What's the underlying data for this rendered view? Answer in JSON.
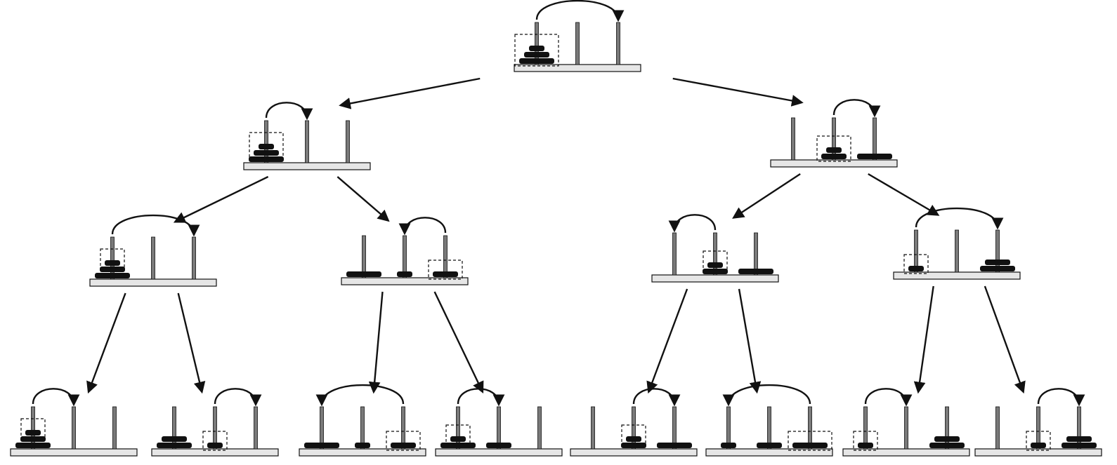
{
  "diagram": {
    "colors": {
      "ink": "#111111",
      "peg": "#7a7a7a",
      "base_fill": "#e6e6e6",
      "background": "#ffffff"
    },
    "root": "n0",
    "nodes": [
      {
        "id": "n0",
        "level": 0,
        "pegs": [
          [
            "D3",
            "D2",
            "D1"
          ],
          [],
          []
        ],
        "selection": {
          "peg": 0,
          "disks": 3
        },
        "move": {
          "from": 0,
          "to": 2
        }
      },
      {
        "id": "n1",
        "level": 1,
        "pegs": [
          [
            "D3",
            "D2",
            "D1"
          ],
          [],
          []
        ],
        "selection": {
          "peg": 0,
          "disks": 2
        },
        "move": {
          "from": 0,
          "to": 1
        }
      },
      {
        "id": "n2",
        "level": 1,
        "pegs": [
          [],
          [
            "D2",
            "D1"
          ],
          [
            "D3"
          ]
        ],
        "selection": {
          "peg": 1,
          "disks": 2
        },
        "move": {
          "from": 1,
          "to": 2
        }
      },
      {
        "id": "n3",
        "level": 2,
        "pegs": [
          [
            "D3",
            "D2",
            "D1"
          ],
          [],
          []
        ],
        "selection": {
          "peg": 0,
          "disks": 1
        },
        "move": {
          "from": 0,
          "to": 2
        }
      },
      {
        "id": "n4",
        "level": 2,
        "pegs": [
          [
            "D3"
          ],
          [
            "D1"
          ],
          [
            "D2"
          ]
        ],
        "selection": {
          "peg": 2,
          "disks": 1
        },
        "move": {
          "from": 2,
          "to": 1
        }
      },
      {
        "id": "n5",
        "level": 2,
        "pegs": [
          [],
          [
            "D2",
            "D1"
          ],
          [
            "D3"
          ]
        ],
        "selection": {
          "peg": 1,
          "disks": 1
        },
        "move": {
          "from": 1,
          "to": 0
        }
      },
      {
        "id": "n6",
        "level": 2,
        "pegs": [
          [
            "D1"
          ],
          [],
          [
            "D3",
            "D2"
          ]
        ],
        "selection": {
          "peg": 0,
          "disks": 1
        },
        "move": {
          "from": 0,
          "to": 2
        }
      },
      {
        "id": "n7",
        "level": 3,
        "pegs": [
          [
            "D3",
            "D2",
            "D1"
          ],
          [],
          []
        ],
        "selection": {
          "peg": 0,
          "disks": 1
        },
        "move": {
          "from": 0,
          "to": 1
        }
      },
      {
        "id": "n8",
        "level": 3,
        "pegs": [
          [
            "D3",
            "D2"
          ],
          [
            "D1"
          ],
          []
        ],
        "selection": {
          "peg": 1,
          "disks": 1
        },
        "move": {
          "from": 1,
          "to": 2
        }
      },
      {
        "id": "n9",
        "level": 3,
        "pegs": [
          [
            "D3"
          ],
          [
            "D1"
          ],
          [
            "D2"
          ]
        ],
        "selection": {
          "peg": 2,
          "disks": 1
        },
        "move": {
          "from": 2,
          "to": 0
        }
      },
      {
        "id": "n10",
        "level": 3,
        "pegs": [
          [
            "D3",
            "D1"
          ],
          [
            "D2"
          ],
          []
        ],
        "selection": {
          "peg": 0,
          "disks": 1
        },
        "move": {
          "from": 0,
          "to": 1
        }
      },
      {
        "id": "n11",
        "level": 3,
        "pegs": [
          [],
          [
            "D2",
            "D1"
          ],
          [
            "D3"
          ]
        ],
        "selection": {
          "peg": 1,
          "disks": 1
        },
        "move": {
          "from": 1,
          "to": 2
        }
      },
      {
        "id": "n12",
        "level": 3,
        "pegs": [
          [
            "D1"
          ],
          [
            "D2"
          ],
          [
            "D3"
          ]
        ],
        "selection": {
          "peg": 2,
          "disks": 1
        },
        "move": {
          "from": 2,
          "to": 0
        }
      },
      {
        "id": "n13",
        "level": 3,
        "pegs": [
          [
            "D1"
          ],
          [],
          [
            "D3",
            "D2"
          ]
        ],
        "selection": {
          "peg": 0,
          "disks": 1
        },
        "move": {
          "from": 0,
          "to": 1
        }
      },
      {
        "id": "n14",
        "level": 3,
        "pegs": [
          [],
          [
            "D1"
          ],
          [
            "D3",
            "D2"
          ]
        ],
        "selection": {
          "peg": 1,
          "disks": 1
        },
        "move": {
          "from": 1,
          "to": 2
        }
      }
    ],
    "edges": [
      [
        "n0",
        "n1"
      ],
      [
        "n0",
        "n2"
      ],
      [
        "n1",
        "n3"
      ],
      [
        "n1",
        "n4"
      ],
      [
        "n2",
        "n5"
      ],
      [
        "n2",
        "n6"
      ],
      [
        "n3",
        "n7"
      ],
      [
        "n3",
        "n8"
      ],
      [
        "n4",
        "n9"
      ],
      [
        "n4",
        "n10"
      ],
      [
        "n5",
        "n11"
      ],
      [
        "n5",
        "n12"
      ],
      [
        "n6",
        "n13"
      ],
      [
        "n6",
        "n14"
      ]
    ]
  }
}
